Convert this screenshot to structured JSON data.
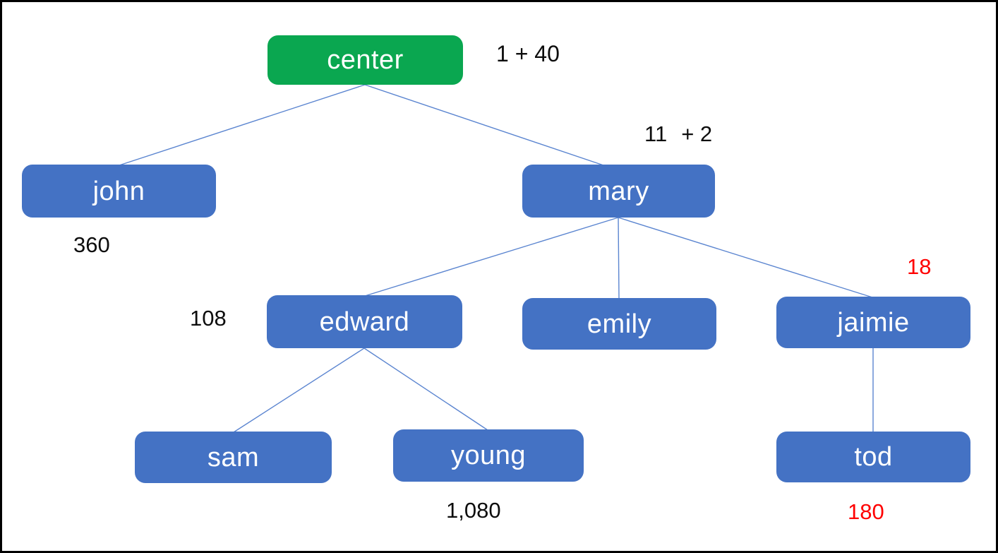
{
  "colors": {
    "canvas_bg": "#ffffff",
    "canvas_border": "#000000",
    "node_fill_blue": "#4472c4",
    "node_fill_green": "#0aa750",
    "node_text": "#ffffff",
    "connector": "#5b85d0",
    "label_default": "#0d0d0d",
    "label_highlight": "#ff0000"
  },
  "tree": {
    "root": "center",
    "nodes": {
      "center": {
        "label": "center",
        "fill": "green"
      },
      "john": {
        "label": "john",
        "fill": "blue"
      },
      "mary": {
        "label": "mary",
        "fill": "blue"
      },
      "edward": {
        "label": "edward",
        "fill": "blue"
      },
      "emily": {
        "label": "emily",
        "fill": "blue"
      },
      "jaimie": {
        "label": "jaimie",
        "fill": "blue"
      },
      "sam": {
        "label": "sam",
        "fill": "blue"
      },
      "young": {
        "label": "young",
        "fill": "blue"
      },
      "tod": {
        "label": "tod",
        "fill": "blue"
      }
    },
    "edges": [
      [
        "center",
        "john"
      ],
      [
        "center",
        "mary"
      ],
      [
        "mary",
        "edward"
      ],
      [
        "mary",
        "emily"
      ],
      [
        "mary",
        "jaimie"
      ],
      [
        "edward",
        "sam"
      ],
      [
        "edward",
        "young"
      ],
      [
        "jaimie",
        "tod"
      ]
    ]
  },
  "annotations": {
    "center_value": {
      "text": "1 + 40",
      "color": "black"
    },
    "mary_value": {
      "text": "11",
      "color": "black"
    },
    "mary_delta": {
      "text": "+ 2",
      "color": "red"
    },
    "john_value": {
      "text": "360",
      "color": "black"
    },
    "edward_value": {
      "text": "108",
      "color": "black"
    },
    "jaimie_value": {
      "text": "18",
      "color": "red"
    },
    "young_value": {
      "text": "1,080",
      "color": "black"
    },
    "tod_value": {
      "text": "180",
      "color": "red"
    }
  }
}
